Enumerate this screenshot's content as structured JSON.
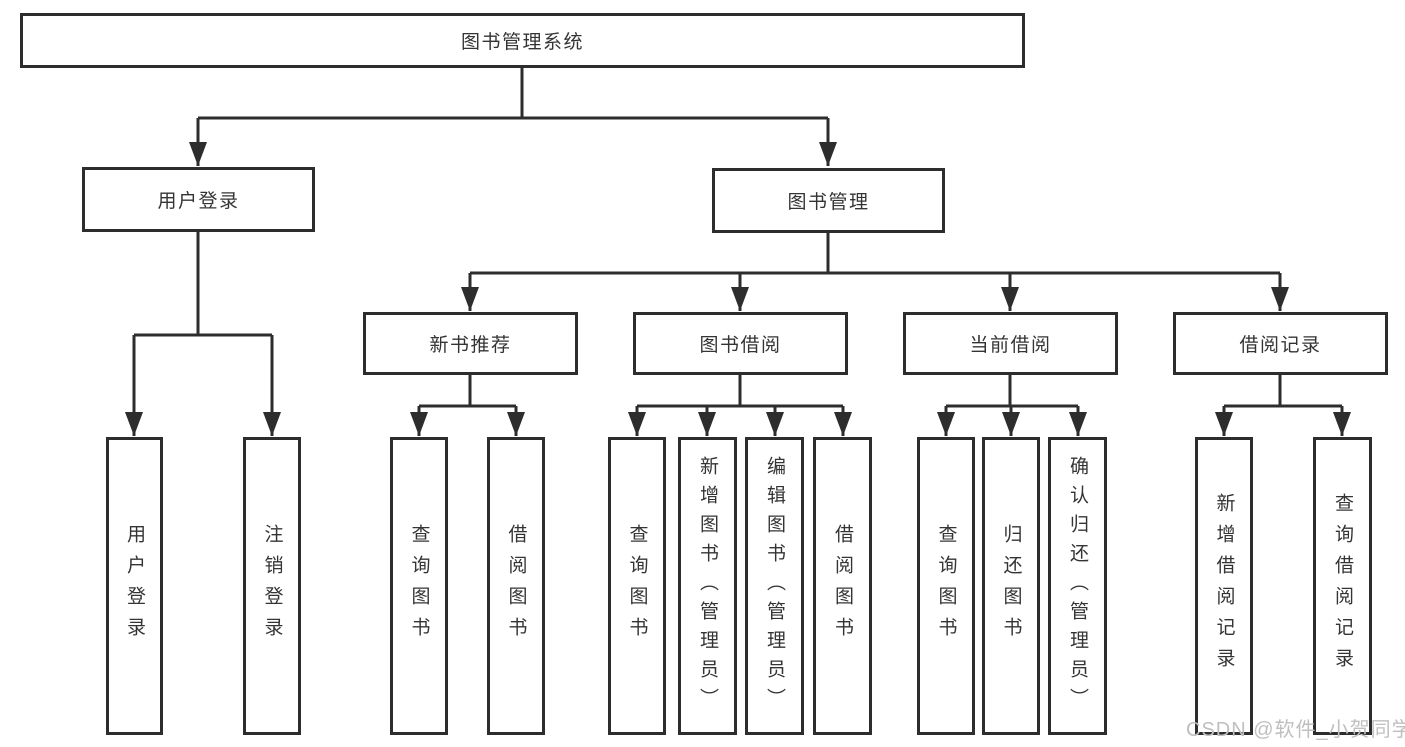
{
  "diagram": {
    "title_node": {
      "label": "图书管理系统"
    },
    "level2": [
      {
        "id": "user-login",
        "label": "用户登录"
      },
      {
        "id": "book-management",
        "label": "图书管理"
      }
    ],
    "level3": [
      {
        "id": "new-book-recommend",
        "label": "新书推荐",
        "parent": "book-management"
      },
      {
        "id": "book-borrow",
        "label": "图书借阅",
        "parent": "book-management"
      },
      {
        "id": "current-borrow",
        "label": "当前借阅",
        "parent": "book-management"
      },
      {
        "id": "borrow-records",
        "label": "借阅记录",
        "parent": "book-management"
      }
    ],
    "leaves": [
      {
        "parent": "user-login",
        "label": "用户登录"
      },
      {
        "parent": "user-login",
        "label": "注销登录"
      },
      {
        "parent": "new-book-recommend",
        "label": "查询图书"
      },
      {
        "parent": "new-book-recommend",
        "label": "借阅图书"
      },
      {
        "parent": "book-borrow",
        "label": "查询图书"
      },
      {
        "parent": "book-borrow",
        "label": "新增图书（管理员）"
      },
      {
        "parent": "book-borrow",
        "label": "编辑图书（管理员）"
      },
      {
        "parent": "book-borrow",
        "label": "借阅图书"
      },
      {
        "parent": "current-borrow",
        "label": "查询图书"
      },
      {
        "parent": "current-borrow",
        "label": "归还图书"
      },
      {
        "parent": "current-borrow",
        "label": "确认归还（管理员）"
      },
      {
        "parent": "borrow-records",
        "label": "新增借阅记录"
      },
      {
        "parent": "borrow-records",
        "label": "查询借阅记录"
      }
    ],
    "colors": {
      "line": "#2d2d2d",
      "border": "#2d2d2d",
      "text": "#343434",
      "background": "#ffffff",
      "watermark": "#bfbfbf"
    }
  },
  "watermark": {
    "text": "CSDN @软件_小贺同学"
  }
}
